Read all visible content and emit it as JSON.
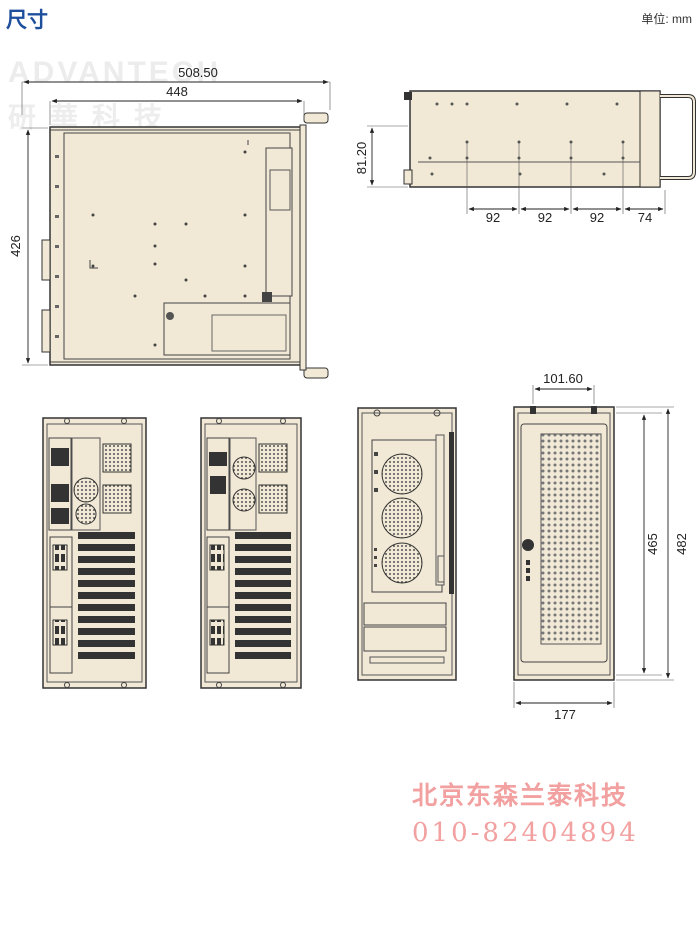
{
  "header": {
    "title": "尺寸",
    "unit_label": "单位: mm"
  },
  "watermarks": {
    "brand": "ADVANTECH",
    "brand_cn": "研華科技",
    "dealer": "北京东森兰泰科技",
    "phone": "010-82404894"
  },
  "dimensions": {
    "overall_depth": "508.50",
    "inner_depth": "448",
    "height": "426",
    "rail_height": "81.20",
    "hole_pitch_1": "92",
    "hole_pitch_2": "92",
    "hole_pitch_3": "92",
    "hole_pitch_4": "74",
    "rear_foot_span": "101.60",
    "front_height": "465",
    "front_overall_height": "482",
    "front_width": "177"
  },
  "colors": {
    "chassis_fill": "#f1e9d6",
    "line": "#333333",
    "title_blue": "#1d4f9c",
    "watermark_red": "#f2a0a0"
  }
}
